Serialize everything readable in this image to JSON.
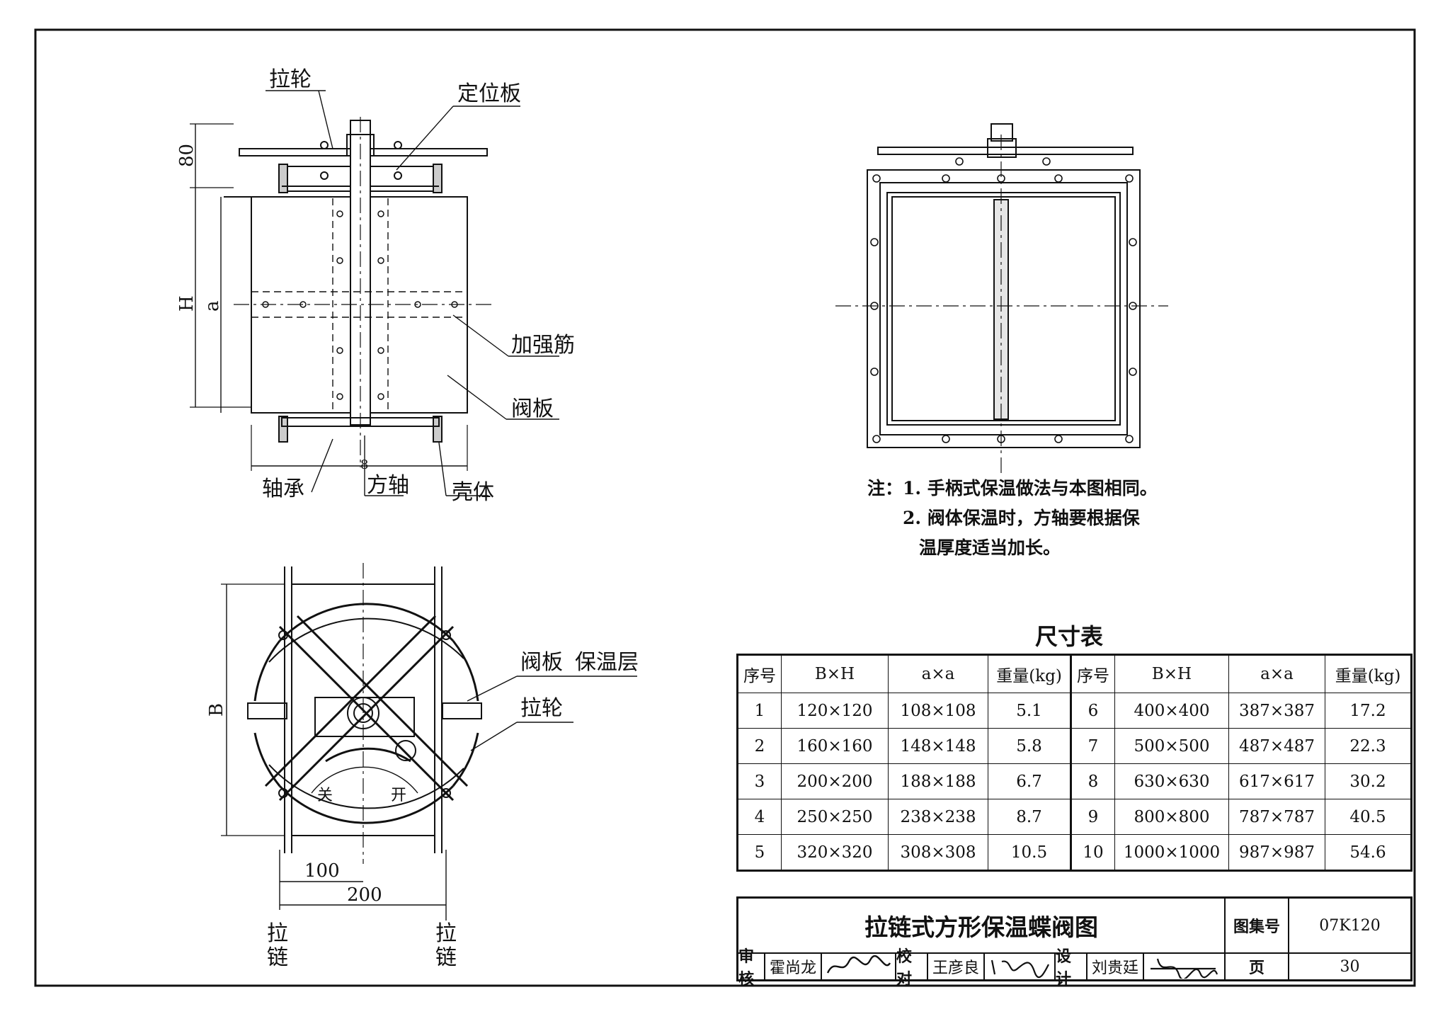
{
  "labels": {
    "pull_wheel": "拉轮",
    "positioning_plate": "定位板",
    "stiffener": "加强筋",
    "valve_plate": "阀板",
    "bearing": "轴承",
    "square_shaft": "方轴",
    "shell": "壳体",
    "valve_plate_insulation_1": "阀板",
    "valve_plate_insulation_2": "保温层",
    "pull_wheel_2": "拉轮",
    "close": "关",
    "open": "开",
    "chain_left_1": "拉",
    "chain_left_2": "链",
    "chain_right_1": "拉",
    "chain_right_2": "链"
  },
  "dimensions": {
    "d80": "80",
    "dH": "H",
    "da": "a",
    "d8": "8",
    "dB": "B",
    "d100": "100",
    "d200": "200"
  },
  "notes": {
    "prefix": "注：",
    "line1": "1. 手柄式保温做法与本图相同。",
    "line2": "2. 阀体保温时，方轴要根据保",
    "line3": "温厚度适当加长。"
  },
  "table": {
    "title": "尺寸表",
    "headers": [
      "序号",
      "B×H",
      "a×a",
      "重量(kg)",
      "序号",
      "B×H",
      "a×a",
      "重量(kg)"
    ],
    "rows": [
      [
        "1",
        "120×120",
        "108×108",
        "5.1",
        "6",
        "400×400",
        "387×387",
        "17.2"
      ],
      [
        "2",
        "160×160",
        "148×148",
        "5.8",
        "7",
        "500×500",
        "487×487",
        "22.3"
      ],
      [
        "3",
        "200×200",
        "188×188",
        "6.7",
        "8",
        "630×630",
        "617×617",
        "30.2"
      ],
      [
        "4",
        "250×250",
        "238×238",
        "8.7",
        "9",
        "800×800",
        "787×787",
        "40.5"
      ],
      [
        "5",
        "320×320",
        "308×308",
        "10.5",
        "10",
        "1000×1000",
        "987×987",
        "54.6"
      ]
    ]
  },
  "title_block": {
    "drawing_title": "拉链式方形保温蝶阀图",
    "atlas_label": "图集号",
    "atlas_no": "07K120",
    "review_label": "审核",
    "reviewer": "霍尚龙",
    "check_label": "校对",
    "checker": "王彦良",
    "design_label": "设计",
    "designer": "刘贵廷",
    "page_label": "页",
    "page_no": "30"
  }
}
